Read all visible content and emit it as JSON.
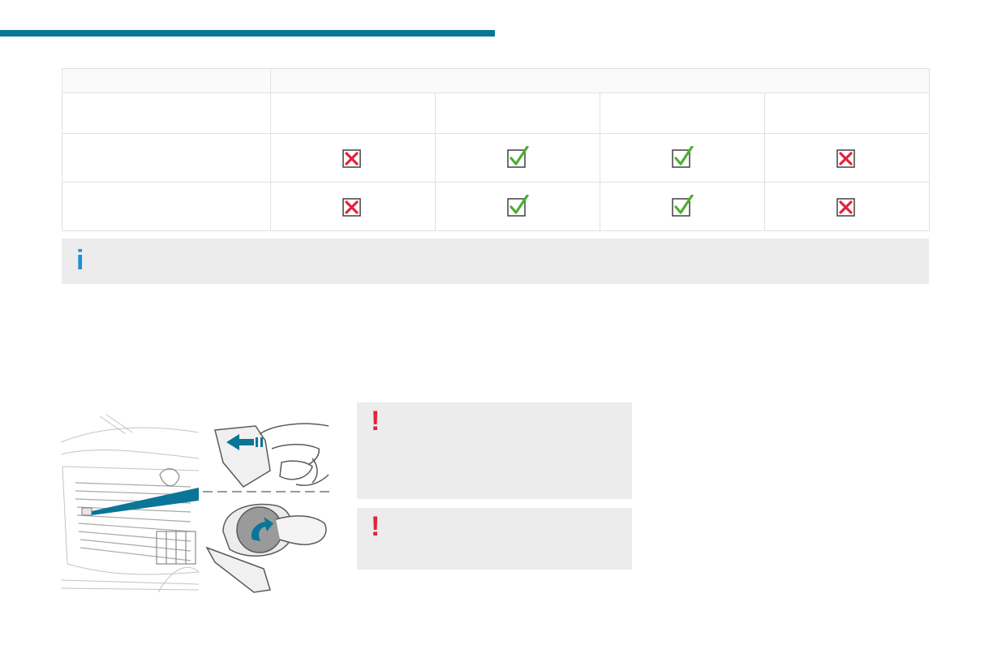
{
  "header": {
    "accent_color": "#0a7597"
  },
  "compatibility_table": {
    "check_color": "#4caf32",
    "cross_color": "#e2233a",
    "rows": [
      {
        "marks": [
          "cross",
          "check",
          "check",
          "cross"
        ]
      },
      {
        "marks": [
          "cross",
          "check",
          "check",
          "cross"
        ]
      }
    ]
  },
  "info_box": {
    "icon": "info-icon",
    "icon_glyph": "i",
    "icon_color": "#1e8fd2"
  },
  "illustration": {
    "description_icon": "charging-flap-opening-illustration"
  },
  "warnings": [
    {
      "icon": "exclamation-icon",
      "glyph": "!"
    },
    {
      "icon": "exclamation-icon",
      "glyph": "!"
    }
  ]
}
